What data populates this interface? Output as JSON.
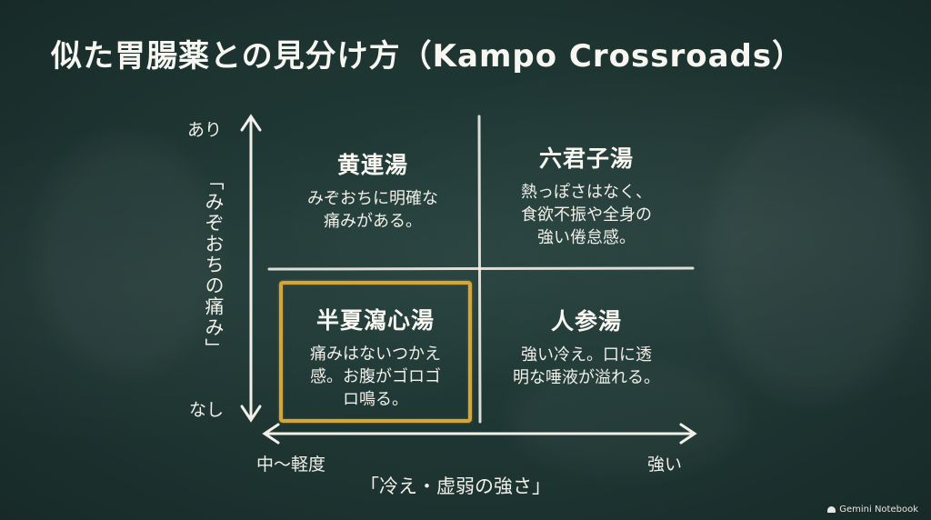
{
  "title": "似た胃腸薬との見分け方（Kampo Crossroads）",
  "y_axis": {
    "label": "「みぞおちの痛み」",
    "top": "あり",
    "bottom": "なし"
  },
  "x_axis": {
    "label": "「冷え・虚弱の強さ」",
    "left": "中〜軽度",
    "right": "強い"
  },
  "quadrants": {
    "top_left": {
      "name": "黄連湯",
      "lines": [
        "みぞおちに明確な",
        "痛みがある。"
      ]
    },
    "top_right": {
      "name": "六君子湯",
      "lines": [
        "熱っぽさはなく、",
        "食欲不振や全身の",
        "強い倦怠感。"
      ]
    },
    "bottom_left": {
      "name": "半夏瀉心湯",
      "lines": [
        "痛みはないつかえ",
        "感。お腹がゴロゴ",
        "ロ鳴る。"
      ],
      "highlighted": true
    },
    "bottom_right": {
      "name": "人参湯",
      "lines": [
        "強い冷え。口に透",
        "明な唾液が溢れる。"
      ]
    }
  },
  "colors": {
    "board": "#1f3633",
    "chalk": "#f3f1ea",
    "highlight": "#d4a63a"
  },
  "brand": "Gemini Notebook"
}
